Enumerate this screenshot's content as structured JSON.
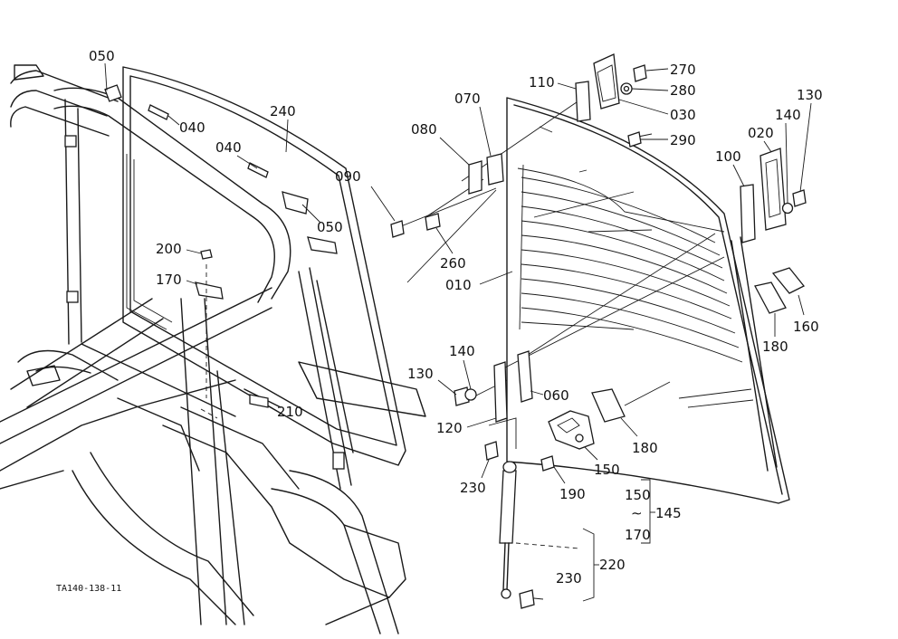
{
  "labels": {
    "p050a": "050",
    "p040a": "040",
    "p040b": "040",
    "p240": "240",
    "p050b": "050",
    "p200": "200",
    "p170": "170",
    "p090": "090",
    "p080": "080",
    "p070": "070",
    "p110": "110",
    "p270": "270",
    "p280": "280",
    "p030": "030",
    "p290": "290",
    "p130a": "130",
    "p140a": "140",
    "p020": "020",
    "p100": "100",
    "p260": "260",
    "p010": "010",
    "p160": "160",
    "p180a": "180",
    "p140b": "140",
    "p130b": "130",
    "p210": "210",
    "p060": "060",
    "p120": "120",
    "p180b": "180",
    "p150a": "150",
    "p230a": "230",
    "p190": "190",
    "p150b": "150",
    "p170b": "170",
    "p145": "145",
    "p220": "220",
    "p230b": "230",
    "tilde": "∼"
  },
  "drawing_code": "TA140-138-11"
}
